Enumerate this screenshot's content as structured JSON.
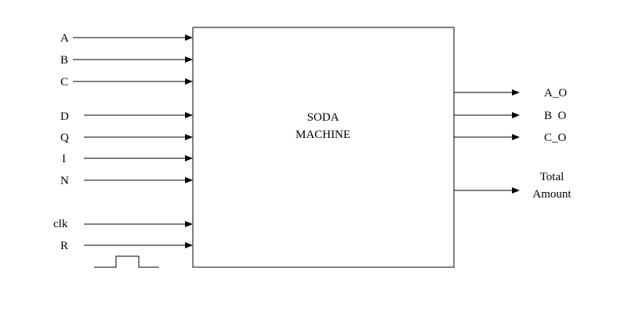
{
  "block": {
    "title_line1": "SODA",
    "title_line2": "MACHINE"
  },
  "inputs": [
    {
      "id": "A",
      "label": "A"
    },
    {
      "id": "B",
      "label": "B"
    },
    {
      "id": "C",
      "label": "C"
    },
    {
      "id": "D",
      "label": "D"
    },
    {
      "id": "Q",
      "label": "Q"
    },
    {
      "id": "I",
      "label": "I"
    },
    {
      "id": "N",
      "label": "N"
    },
    {
      "id": "clk",
      "label": "clk"
    },
    {
      "id": "R",
      "label": "R"
    }
  ],
  "outputs": [
    {
      "id": "A_O",
      "label": "A_O"
    },
    {
      "id": "B_O",
      "label": "B  O"
    },
    {
      "id": "C_O",
      "label": "C_O"
    },
    {
      "id": "total",
      "label_line1": "Total",
      "label_line2": "Amount"
    }
  ],
  "colors": {
    "stroke": "#000000",
    "background": "#ffffff"
  }
}
